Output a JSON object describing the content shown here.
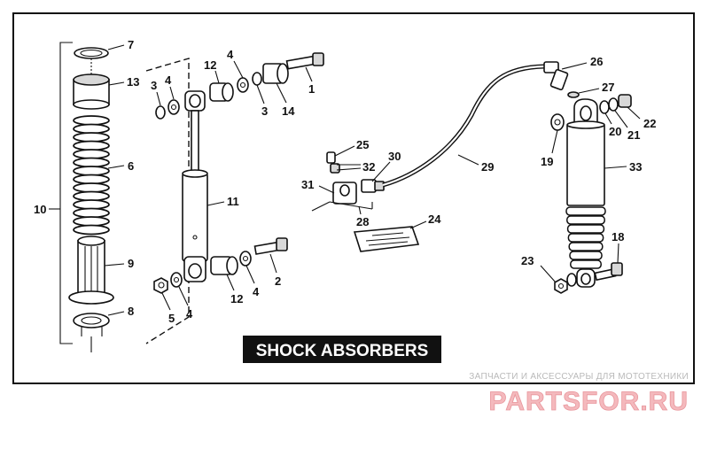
{
  "title": "SHOCK ABSORBERS",
  "watermark": {
    "tagline": "ЗАПЧАСТИ И АКСЕССУАРЫ ДЛЯ МОТОТЕХНИКИ",
    "brand": "PARTSFOR.RU"
  },
  "callouts": {
    "c1": "1",
    "c2": "2",
    "c3a": "3",
    "c3b": "3",
    "c4a": "4",
    "c4b": "4",
    "c4c": "4",
    "c4d": "4",
    "c5": "5",
    "c6": "6",
    "c7": "7",
    "c8": "8",
    "c9": "9",
    "c10": "10",
    "c11": "11",
    "c12a": "12",
    "c12b": "12",
    "c13": "13",
    "c14": "14",
    "c18": "18",
    "c19": "19",
    "c20": "20",
    "c21": "21",
    "c22": "22",
    "c23": "23",
    "c24": "24",
    "c25": "25",
    "c26": "26",
    "c27": "27",
    "c28": "28",
    "c29": "29",
    "c30": "30",
    "c31": "31",
    "c32": "32",
    "c33": "33"
  }
}
